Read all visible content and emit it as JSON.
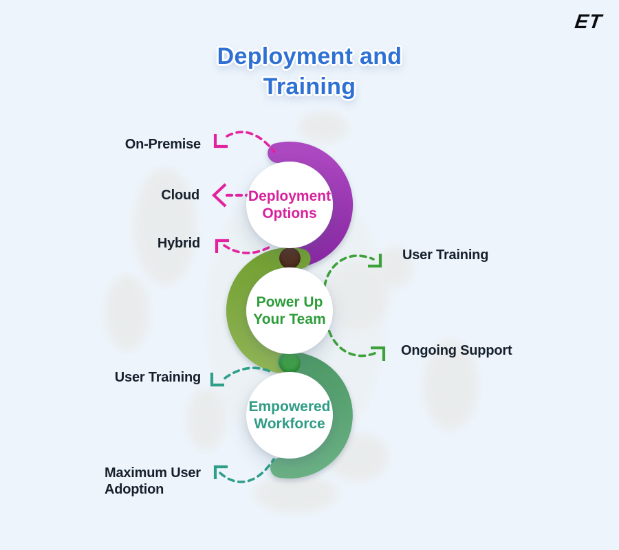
{
  "page": {
    "background_color": "#edf4fb",
    "map_color": "#e7e6e1",
    "label_color": "#16202c"
  },
  "logo": {
    "text": "ET",
    "color": "#0b0c0e"
  },
  "title": {
    "line1": "Deployment and",
    "line2": "Training",
    "color": "#2e70d4"
  },
  "nodes": [
    {
      "name": "deployment-options",
      "line1": "Deployment",
      "line2": "Options",
      "text_color": "#d6219c",
      "arc_start": "#ac48c0",
      "arc_end": "#8a28a4",
      "arc_opening": "left"
    },
    {
      "name": "power-up-your-team",
      "line1": "Power Up",
      "line2": "Your Team",
      "text_color": "#2d9c39",
      "arc_start": "#73a033",
      "arc_end": "#90b553",
      "arc_opening": "right"
    },
    {
      "name": "empowered-workforce",
      "line1": "Empowered",
      "line2": "Workforce",
      "text_color": "#2f9c85",
      "arc_start": "#4f9a68",
      "arc_end": "#6ab183",
      "arc_opening": "left"
    }
  ],
  "connectors": [
    {
      "name": "junction-top",
      "color_center": "#52301f",
      "color_edge": "#371c10"
    },
    {
      "name": "junction-bottom",
      "color_center": "#3fa346",
      "color_edge": "#1d7227"
    }
  ],
  "callouts": [
    {
      "name": "on-premise",
      "label": "On-Premise",
      "arrow_color": "#e2239f",
      "side": "left"
    },
    {
      "name": "cloud",
      "label": "Cloud",
      "arrow_color": "#e2239f",
      "side": "left"
    },
    {
      "name": "hybrid",
      "label": "Hybrid",
      "arrow_color": "#e2239f",
      "side": "left"
    },
    {
      "name": "user-training-right",
      "label": "User Training",
      "arrow_color": "#3da13a",
      "side": "right"
    },
    {
      "name": "ongoing-support",
      "label": "Ongoing Support",
      "arrow_color": "#3da13a",
      "side": "right"
    },
    {
      "name": "user-training-left",
      "label": "User Training",
      "arrow_color": "#2f9e8a",
      "side": "left"
    },
    {
      "name": "maximum-user-adoption",
      "label": "Maximum User Adoption",
      "arrow_color": "#2f9e8a",
      "side": "left"
    }
  ]
}
